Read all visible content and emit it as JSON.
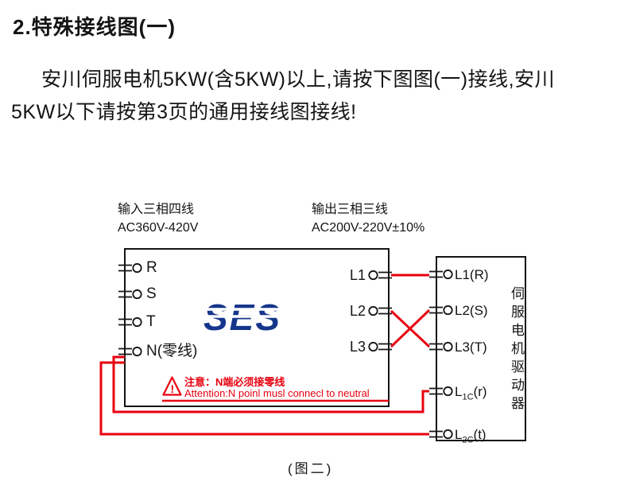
{
  "title": "2.特殊接线图(一)",
  "intro": {
    "line1": "安川伺服电机5KW(含5KW)以上,请按下图图(一)接线,安川",
    "line2": "5KW以下请按第3页的通用接线图接线!"
  },
  "diagram": {
    "input_label": {
      "line1": "输入三相四线",
      "line2": "AC360V-420V"
    },
    "output_label": {
      "line1": "输出三相三线",
      "line2": "AC200V-220V±10%"
    },
    "transformer": {
      "logo": "SES",
      "inputs": [
        {
          "label": "R"
        },
        {
          "label": "S"
        },
        {
          "label": "T"
        },
        {
          "label": "N(零线)"
        }
      ],
      "outputs": [
        {
          "label": "L1"
        },
        {
          "label": "L2"
        },
        {
          "label": "L3"
        }
      ],
      "warning": {
        "line1": "注意：N端必须接零线",
        "line2": "Attention:N poinl musl connecl to neutral"
      }
    },
    "drive": {
      "terminals": [
        {
          "label": "L1(R)"
        },
        {
          "label": "L2(S)"
        },
        {
          "label": "L3(T)"
        },
        {
          "pre": "L",
          "sub": "1C",
          "post": "(r)"
        },
        {
          "pre": "L",
          "sub": "2C",
          "post": "(t)"
        }
      ],
      "name_vertical": "伺服电机驱动器"
    },
    "caption": "(图二)"
  },
  "colors": {
    "wire_red": "#e8000f",
    "logo_blue": "#16368c",
    "line_black": "#141414"
  }
}
